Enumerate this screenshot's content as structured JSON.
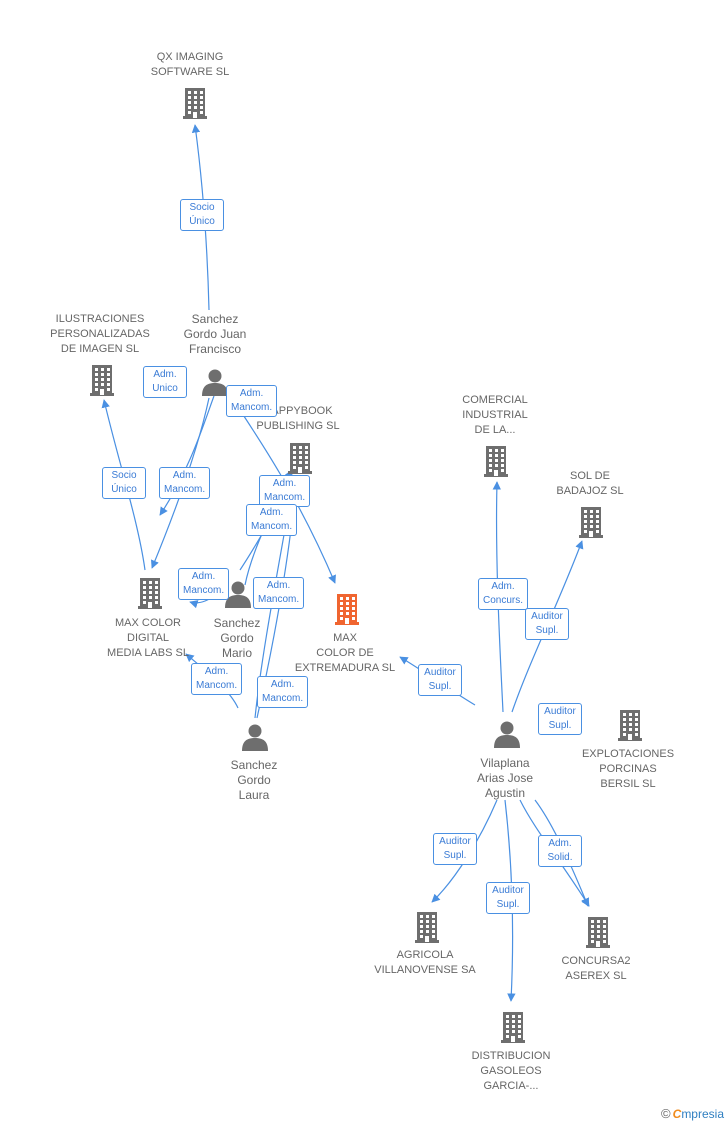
{
  "colors": {
    "edge": "#4a90e2",
    "company": "#6e6e6e",
    "focus": "#f06530",
    "person": "#6e6e6e",
    "label": "#666666"
  },
  "nodes": [
    {
      "id": "qx",
      "type": "company",
      "label": "QX IMAGING\nSOFTWARE SL"
    },
    {
      "id": "ilus",
      "type": "company",
      "label": "ILUSTRACIONES\nPERSONALIZADAS\nDE IMAGEN SL"
    },
    {
      "id": "happy",
      "type": "company",
      "label": "HAPPYBOOK\nPUBLISHING SL"
    },
    {
      "id": "comercial",
      "type": "company",
      "label": "COMERCIAL\nINDUSTRIAL\nDE LA..."
    },
    {
      "id": "sol",
      "type": "company",
      "label": "SOL DE\nBADAJOZ SL"
    },
    {
      "id": "maxdigital",
      "type": "company",
      "label": "MAX COLOR\nDIGITAL\nMEDIA LABS SL"
    },
    {
      "id": "maxext",
      "type": "focus",
      "label": "MAX\nCOLOR DE\nEXTREMADURA SL"
    },
    {
      "id": "explot",
      "type": "company",
      "label": "EXPLOTACIONES\nPORCINAS\nBERSIL SL"
    },
    {
      "id": "agricola",
      "type": "company",
      "label": "AGRICOLA\nVILLANOVENSE SA"
    },
    {
      "id": "concursa",
      "type": "company",
      "label": "CONCURSA2\nASEREX SL"
    },
    {
      "id": "distrib",
      "type": "company",
      "label": "DISTRIBUCION\nGASOLEOS\nGARCIA-..."
    },
    {
      "id": "juan",
      "type": "person",
      "label": "Sanchez\nGordo Juan\nFrancisco"
    },
    {
      "id": "mario",
      "type": "person",
      "label": "Sanchez\nGordo\nMario"
    },
    {
      "id": "laura",
      "type": "person",
      "label": "Sanchez\nGordo\nLaura"
    },
    {
      "id": "vilaplana",
      "type": "person",
      "label": "Vilaplana\nArias Jose\nAgustin"
    }
  ],
  "edges": [
    {
      "id": "e1",
      "label": "Socio\nÚnico"
    },
    {
      "id": "e2",
      "label": "Adm.\nUnico"
    },
    {
      "id": "e3",
      "label": "Adm.\nMancom."
    },
    {
      "id": "e4",
      "label": "Socio\nÚnico"
    },
    {
      "id": "e5",
      "label": "Adm.\nMancom."
    },
    {
      "id": "e6",
      "label": "Adm.\nMancom."
    },
    {
      "id": "e7",
      "label": "Adm.\nMancom."
    },
    {
      "id": "e8",
      "label": "Adm.\nMancom."
    },
    {
      "id": "e9",
      "label": "Adm.\nMancom."
    },
    {
      "id": "e10",
      "label": "Adm.\nMancom."
    },
    {
      "id": "e11",
      "label": "Adm.\nMancom."
    },
    {
      "id": "e12",
      "label": "Adm.\nConcurs."
    },
    {
      "id": "e13",
      "label": "Auditor\nSupl."
    },
    {
      "id": "e14",
      "label": "Auditor\nSupl."
    },
    {
      "id": "e15",
      "label": "Auditor\nSupl."
    },
    {
      "id": "e16",
      "label": "Auditor\nSupl."
    },
    {
      "id": "e17",
      "label": "Auditor\nSupl."
    },
    {
      "id": "e18",
      "label": "Adm.\nSolid."
    }
  ],
  "footer": {
    "copyright": "©",
    "brand_e": "C",
    "brand_rest": "mpresia"
  }
}
